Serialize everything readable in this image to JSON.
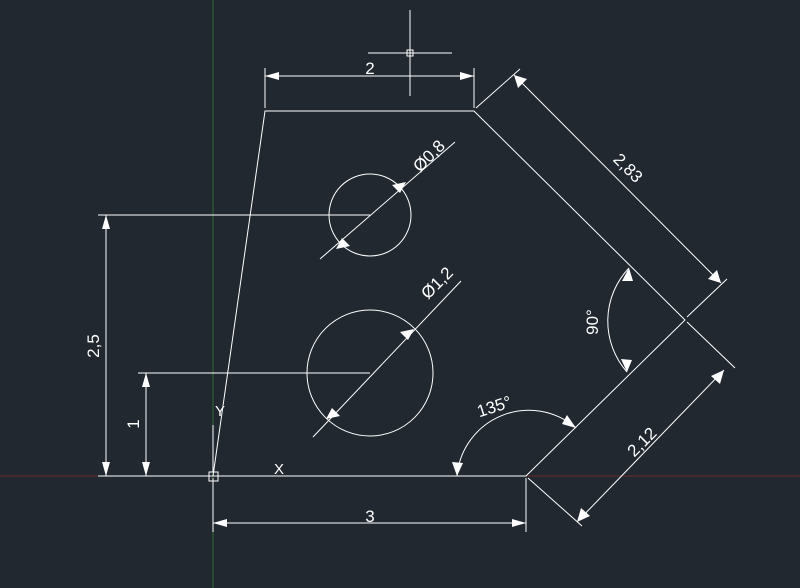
{
  "colors": {
    "background": "#212830",
    "geometry": "#ffffff",
    "axis_x": "#6b2a2a",
    "axis_y": "#2a6b2f"
  },
  "dimensions": {
    "top_width": "2",
    "slant_edge": "2,83",
    "lower_right_edge": "2,12",
    "bottom_width": "3",
    "height_total": "2,5",
    "height_hole": "1",
    "small_hole_diameter": "Ø0,8",
    "large_hole_diameter": "Ø1,2",
    "angle_right": "90°",
    "angle_bottom": "135°"
  },
  "ucs_icon": {
    "x_label": "X",
    "y_label": "Y"
  }
}
